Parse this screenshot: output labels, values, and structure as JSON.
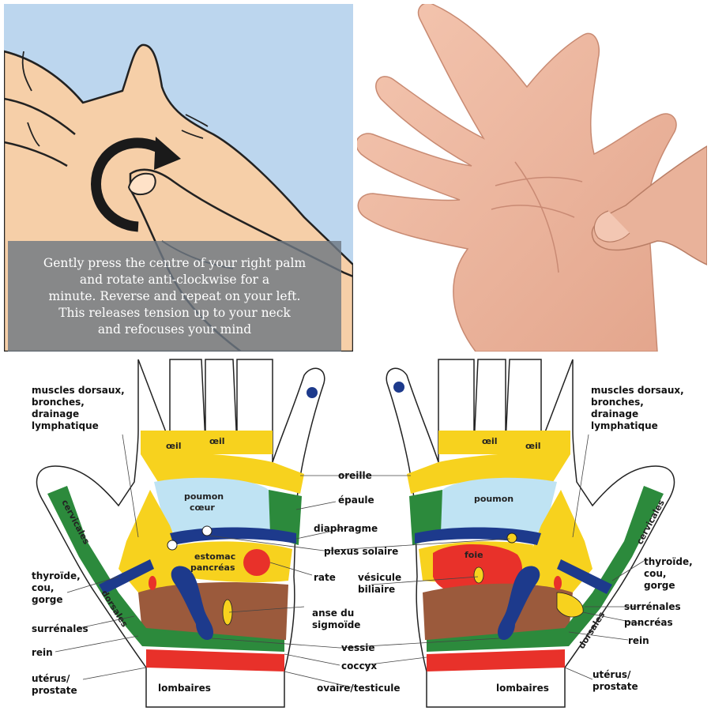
{
  "caption": {
    "lines": [
      "Gently press the centre of your right palm",
      "and rotate anti-clockwise for a",
      "minute. Reverse and repeat on your left.",
      "This releases tension up to your neck",
      "and refocuses your mind"
    ]
  },
  "map": {
    "left_labels": {
      "muscles": [
        "muscles dorsaux,",
        "bronches,",
        "drainage",
        "lymphatique"
      ],
      "thyroide": [
        "thyroïde,",
        "cou,",
        "gorge"
      ],
      "surrenales": "surrénales",
      "rein": "rein",
      "uterus": [
        "utérus/",
        "prostate"
      ]
    },
    "center_labels": {
      "oreille": "oreille",
      "epaule": "épaule",
      "diaphragme": "diaphragme",
      "plexus": "plexus solaire",
      "rate": "rate",
      "vesicule": [
        "vésicule",
        "biliaire"
      ],
      "anse": [
        "anse du",
        "sigmoïde"
      ],
      "vessie": "vessie",
      "coccyx": "coccyx",
      "ovaire": "ovaire/testicule"
    },
    "right_labels": {
      "muscles": [
        "muscles dorsaux,",
        "bronches,",
        "drainage",
        "lymphatique"
      ],
      "thyroide": [
        "thyroïde,",
        "cou,",
        "gorge"
      ],
      "surrenales": "surrénales",
      "pancreas": "pancréas",
      "rein": "rein",
      "uterus": [
        "utérus/",
        "prostate"
      ]
    },
    "left_zones": {
      "oeil_1": "œil",
      "oeil_2": "œil",
      "poumon": "poumon",
      "coeur": "cœur",
      "estomac": "estomac",
      "pancreas": "pancréas",
      "cervicales": "cervicales",
      "dorsales": "dorsales",
      "lombaires": "lombaires"
    },
    "right_zones": {
      "oeil_1": "œil",
      "oeil_2": "œil",
      "poumon": "poumon",
      "foie": "foie",
      "cervicales": "cervicales",
      "dorsales": "dorsales",
      "lombaires": "lombaires"
    }
  },
  "colors": {
    "panel_bg": "#bcd6ee",
    "skin": "#f6cfa8",
    "yellow": "#f7d21e",
    "lung_blue": "#bfe3f3",
    "green": "#2c8a3c",
    "navy": "#1d3a8c",
    "brown": "#9b5a3c",
    "red": "#e8312a"
  }
}
